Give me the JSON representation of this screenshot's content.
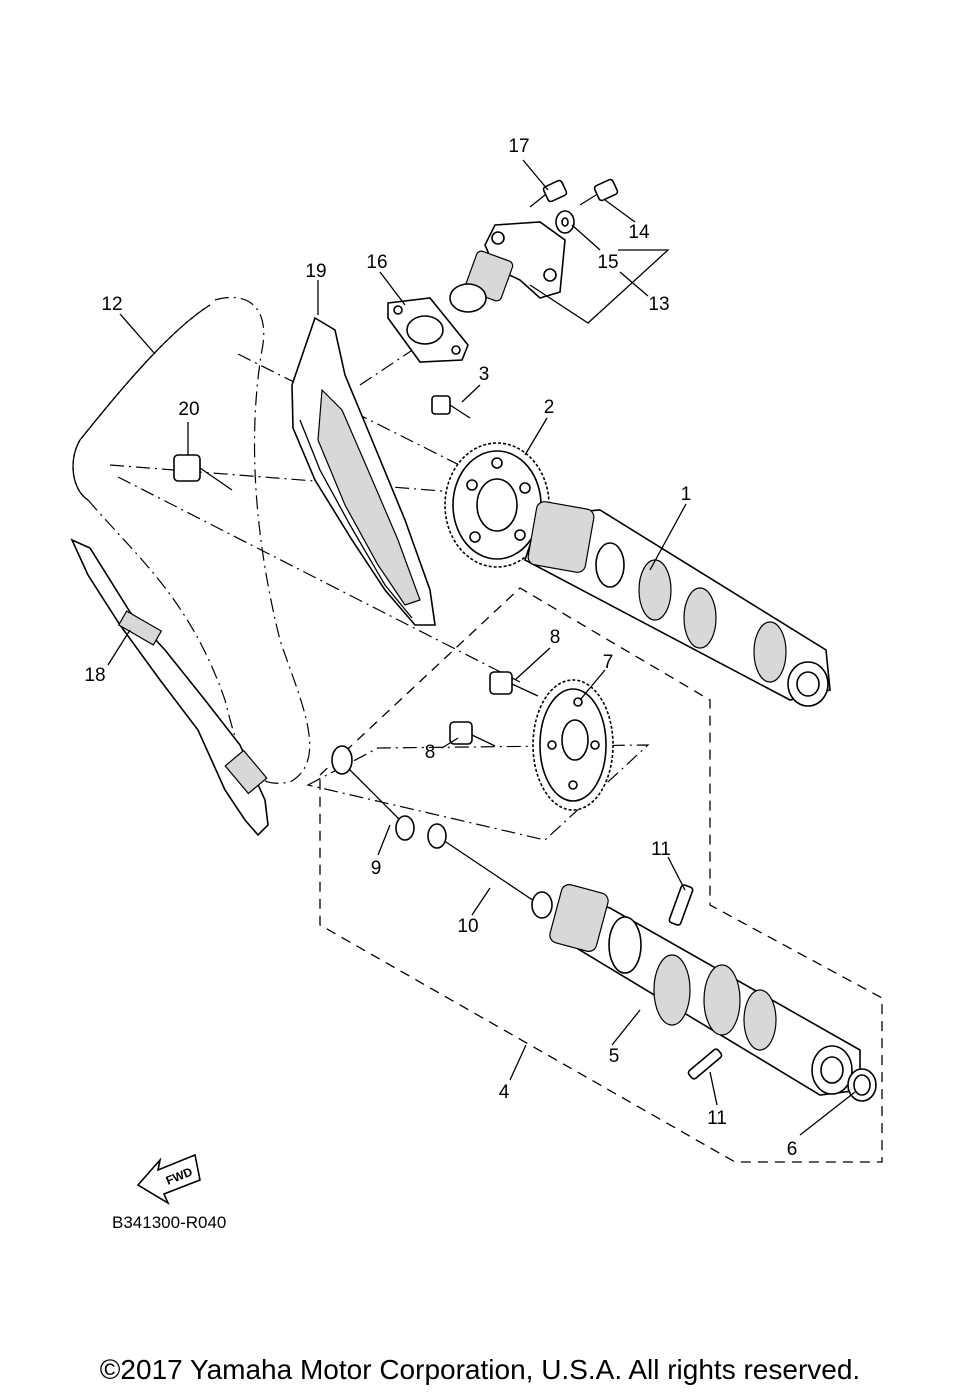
{
  "diagram": {
    "callouts": [
      {
        "id": "c1",
        "text": "1"
      },
      {
        "id": "c2",
        "text": "2"
      },
      {
        "id": "c3",
        "text": "3"
      },
      {
        "id": "c4",
        "text": "4"
      },
      {
        "id": "c5",
        "text": "5"
      },
      {
        "id": "c6",
        "text": "6"
      },
      {
        "id": "c7",
        "text": "7"
      },
      {
        "id": "c8a",
        "text": "8"
      },
      {
        "id": "c8b",
        "text": "8"
      },
      {
        "id": "c9",
        "text": "9"
      },
      {
        "id": "c10",
        "text": "10"
      },
      {
        "id": "c11a",
        "text": "11"
      },
      {
        "id": "c11b",
        "text": "11"
      },
      {
        "id": "c12",
        "text": "12"
      },
      {
        "id": "c13",
        "text": "13"
      },
      {
        "id": "c14",
        "text": "14"
      },
      {
        "id": "c15",
        "text": "15"
      },
      {
        "id": "c16",
        "text": "16"
      },
      {
        "id": "c17",
        "text": "17"
      },
      {
        "id": "c18",
        "text": "18"
      },
      {
        "id": "c19",
        "text": "19"
      },
      {
        "id": "c20",
        "text": "20"
      }
    ],
    "fwd_label": "FWD",
    "drawing_code": "B341300-R040"
  },
  "footer": {
    "copyright": "©2017 Yamaha Motor Corporation, U.S.A. All rights reserved."
  }
}
